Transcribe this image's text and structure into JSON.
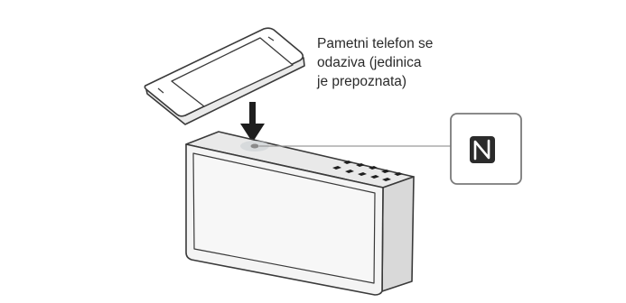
{
  "caption": {
    "lines": [
      "Pametni telefon se",
      "odaziva (jedinica",
      "je prepoznata)"
    ]
  },
  "icons": {
    "nfc_mark": "nfc-n-mark-icon",
    "arrow": "down-arrow-icon"
  },
  "colors": {
    "stroke": "#3a3a3a",
    "speaker_front": "#f4f4f4",
    "speaker_top": "#e9e9e9",
    "nfc_badge": "#2b2b2b"
  }
}
